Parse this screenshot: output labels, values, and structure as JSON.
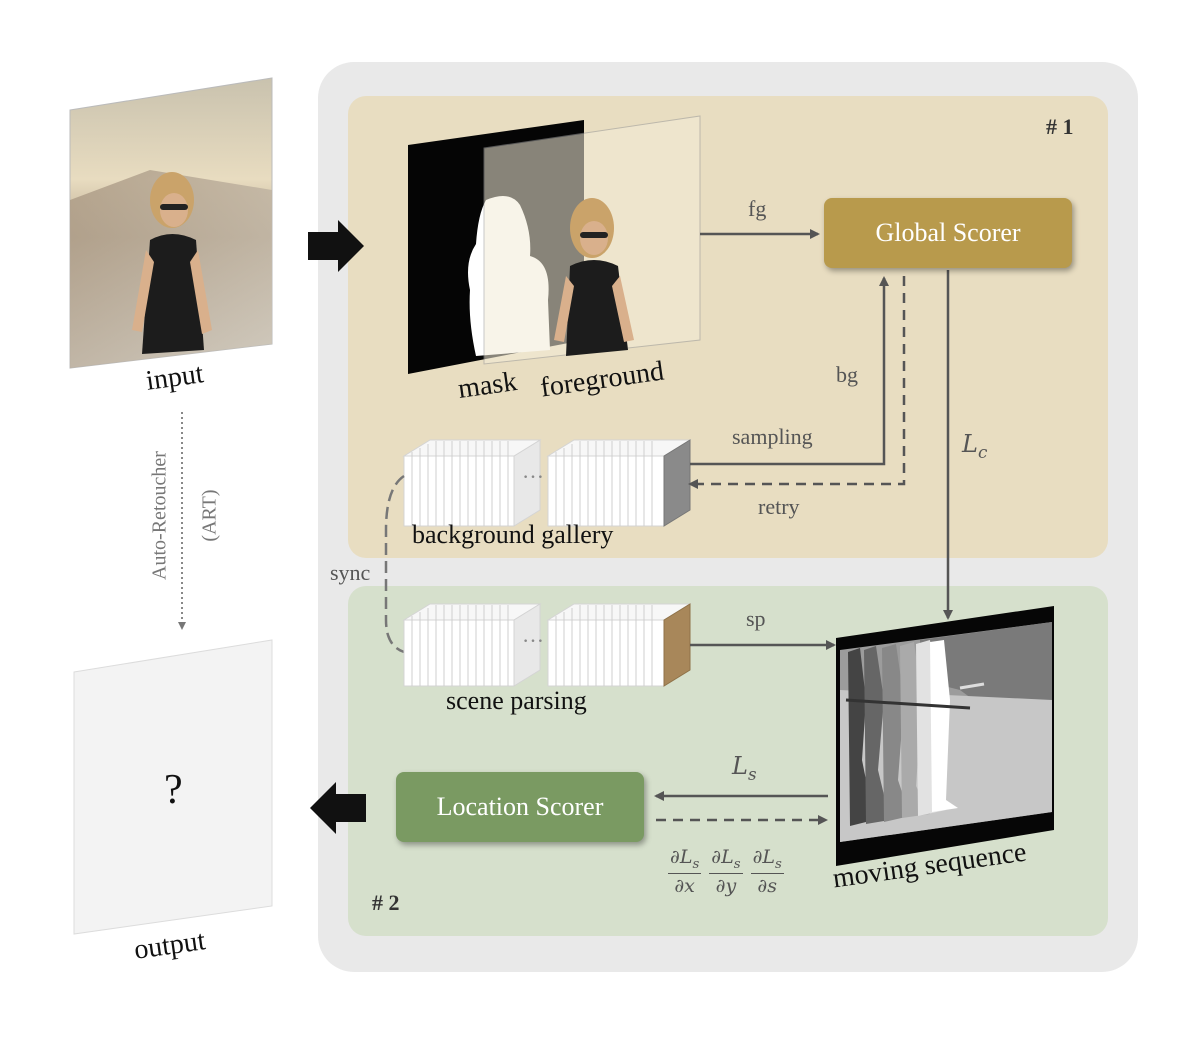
{
  "panels": {
    "panel1_id": "# 1",
    "panel2_id": "# 2"
  },
  "left_column": {
    "input_label": "input",
    "output_label": "output",
    "output_placeholder": "?",
    "process_label_1": "Auto-Retoucher",
    "process_label_2": "(ART)"
  },
  "stage1": {
    "mask_label": "mask",
    "foreground_label": "foreground",
    "fg_arrow_label": "fg",
    "global_scorer_label": "Global Scorer",
    "bg_label": "bg",
    "sampling_label": "sampling",
    "retry_label": "retry",
    "gallery_label": "background gallery",
    "gallery_ellipsis": "…",
    "loss_c_main": "L",
    "loss_c_sub": "c"
  },
  "stage2": {
    "sync_label": "sync",
    "scene_label": "scene parsing",
    "scene_ellipsis": "…",
    "sp_arrow_label": "sp",
    "location_scorer_label": "Location Scorer",
    "loss_s_main": "L",
    "loss_s_sub": "s",
    "moving_sequence_label": "moving sequence",
    "grad_numerator": "∂L",
    "grad_numerator_sub": "s",
    "grad_x": "∂x",
    "grad_y": "∂y",
    "grad_s": "∂s"
  },
  "colors": {
    "outer_panel": "#e9e9e9",
    "panel1": "#e8ddc1",
    "panel2": "#d6e0cc",
    "global_scorer": "#b89a4c",
    "location_scorer": "#7a9a62",
    "arrow": "#555555"
  }
}
